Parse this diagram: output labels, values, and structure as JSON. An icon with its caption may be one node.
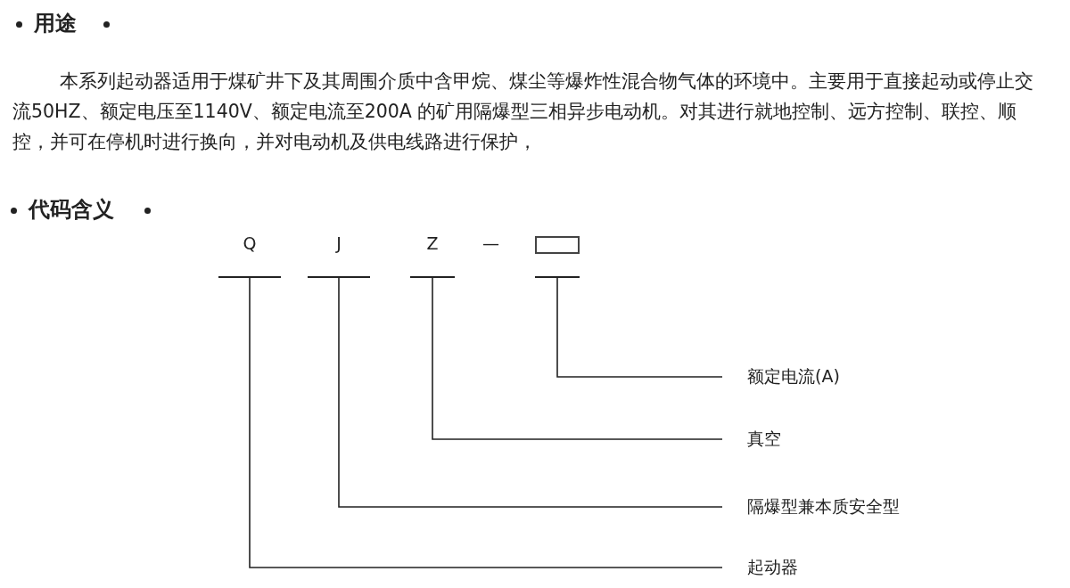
{
  "diagram": {
    "nodes": [
      {
        "text": [
          "Q"
        ]
      },
      {
        "text": [
          "J"
        ]
      },
      {
        "text": [
          "Z"
        ]
      },
      {
        "text": [],
        "shape": "box"
      },
      {
        "text": [
          "额定电流(A)"
        ]
      },
      {
        "text": [
          "真空"
        ]
      },
      {
        "text": [
          "隔爆型兼本质安全型"
        ]
      },
      {
        "text": [
          "起动器"
        ]
      }
    ],
    "edges": [
      {
        "from": 3,
        "to": 4,
        "arrow": "none"
      },
      {
        "from": 2,
        "to": 5,
        "arrow": "none"
      },
      {
        "from": 1,
        "to": 6,
        "arrow": "none"
      },
      {
        "from": 0,
        "to": 7,
        "arrow": "none"
      }
    ],
    "labels": [
      "用途",
      "本系列起动器适用于煤矿井下及其周围介质中含甲烷、煤尘等爆炸性混合物气体的环境中。主要用于直接起动或停止交流50HZ、额定电压至1140V、额定电流至200A 的矿用隔爆型三相异步电动机。对其进行就地控制、远方控制、联控、顺控，并可在停机时进行换向，并对电动机及供电线路进行保护，",
      "代码含义",
      "—"
    ]
  }
}
